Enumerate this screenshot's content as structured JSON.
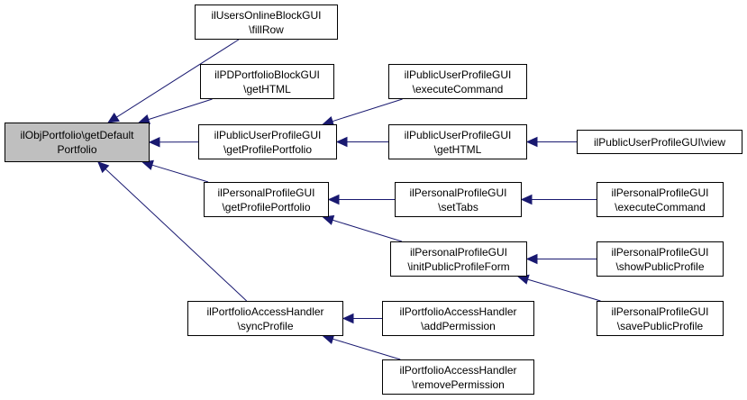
{
  "diagram": {
    "type": "call-graph",
    "colors": {
      "edge": "#191970",
      "root_fill": "#bfbfbf",
      "node_fill": "#ffffff",
      "border": "#000000"
    },
    "nodes": [
      {
        "id": "root",
        "line1": "ilObjPortfolio\\getDefault",
        "line2": "Portfolio"
      },
      {
        "id": "n1",
        "line1": "ilUsersOnlineBlockGUI",
        "line2": "\\fillRow"
      },
      {
        "id": "n2",
        "line1": "ilPDPortfolioBlockGUI",
        "line2": "\\getHTML"
      },
      {
        "id": "n3",
        "line1": "ilPublicUserProfileGUI",
        "line2": "\\getProfilePortfolio"
      },
      {
        "id": "n4",
        "line1": "ilPersonalProfileGUI",
        "line2": "\\getProfilePortfolio"
      },
      {
        "id": "n5",
        "line1": "ilPortfolioAccessHandler",
        "line2": "\\syncProfile"
      },
      {
        "id": "n6",
        "line1": "ilPublicUserProfileGUI",
        "line2": "\\executeCommand"
      },
      {
        "id": "n7",
        "line1": "ilPublicUserProfileGUI",
        "line2": "\\getHTML"
      },
      {
        "id": "n8",
        "line1": "ilPersonalProfileGUI",
        "line2": "\\setTabs"
      },
      {
        "id": "n9",
        "line1": "ilPersonalProfileGUI",
        "line2": "\\initPublicProfileForm"
      },
      {
        "id": "n10",
        "line1": "ilPortfolioAccessHandler",
        "line2": "\\addPermission"
      },
      {
        "id": "n11",
        "line1": "ilPortfolioAccessHandler",
        "line2": "\\removePermission"
      },
      {
        "id": "n12",
        "line1": "ilPublicUserProfileGUI\\view",
        "line2": ""
      },
      {
        "id": "n13",
        "line1": "ilPersonalProfileGUI",
        "line2": "\\executeCommand"
      },
      {
        "id": "n14",
        "line1": "ilPersonalProfileGUI",
        "line2": "\\showPublicProfile"
      },
      {
        "id": "n15",
        "line1": "ilPersonalProfileGUI",
        "line2": "\\savePublicProfile"
      }
    ],
    "edges": [
      {
        "from": "n1",
        "to": "root"
      },
      {
        "from": "n2",
        "to": "root"
      },
      {
        "from": "n3",
        "to": "root"
      },
      {
        "from": "n4",
        "to": "root"
      },
      {
        "from": "n5",
        "to": "root"
      },
      {
        "from": "n6",
        "to": "n3"
      },
      {
        "from": "n7",
        "to": "n3"
      },
      {
        "from": "n8",
        "to": "n4"
      },
      {
        "from": "n9",
        "to": "n4"
      },
      {
        "from": "n10",
        "to": "n5"
      },
      {
        "from": "n11",
        "to": "n5"
      },
      {
        "from": "n12",
        "to": "n7"
      },
      {
        "from": "n13",
        "to": "n8"
      },
      {
        "from": "n14",
        "to": "n9"
      },
      {
        "from": "n15",
        "to": "n9"
      }
    ]
  }
}
